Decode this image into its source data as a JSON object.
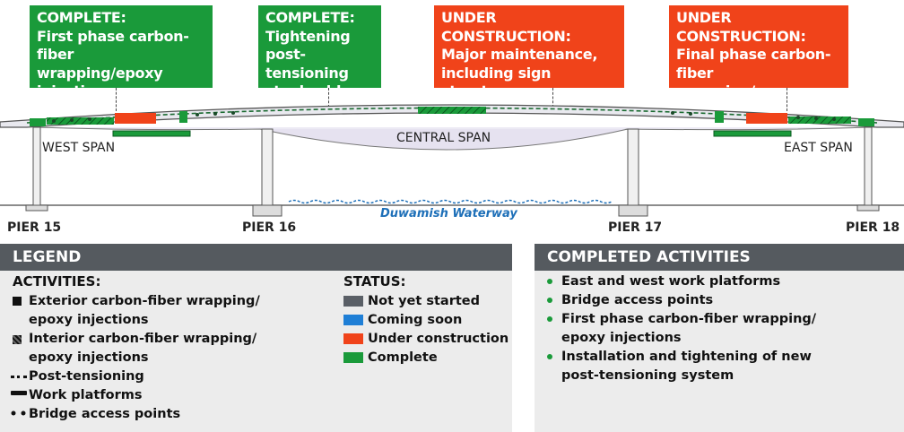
{
  "callouts": [
    {
      "status": "COMPLETE:",
      "desc": "First phase carbon-fiber\nwrapping/epoxy\ninjections",
      "color": "#1a9a3a"
    },
    {
      "status": "COMPLETE:",
      "desc": "Tightening\npost-tensioning\nsteel cables",
      "color": "#1a9a3a"
    },
    {
      "status": "UNDER CONSTRUCTION:",
      "desc": "Major maintenance,\nincluding sign structures\nand roadway resurfacing",
      "color": "#f0431a"
    },
    {
      "status": "UNDER CONSTRUCTION:",
      "desc": "Final phase carbon-fiber\nwrapping/epoxy\ninjections",
      "color": "#f0431a"
    }
  ],
  "spans": {
    "west": "WEST SPAN",
    "central": "CENTRAL SPAN",
    "east": "EAST SPAN"
  },
  "piers": [
    "PIER 15",
    "PIER 16",
    "PIER 17",
    "PIER 18"
  ],
  "waterway": "Duwamish Waterway",
  "legend": {
    "title": "LEGEND",
    "activities_heading": "ACTIVITIES:",
    "activities": [
      {
        "icon": "exterior-wrap-square-icon",
        "text": "Exterior carbon-fiber wrapping/\nepoxy injections"
      },
      {
        "icon": "interior-wrap-hatched-square-icon",
        "text": "Interior carbon-fiber wrapping/\nepoxy injections"
      },
      {
        "icon": "post-tensioning-line-icon",
        "text": "Post-tensioning"
      },
      {
        "icon": "work-platform-bar-icon",
        "text": "Work platforms"
      },
      {
        "icon": "access-points-dots-icon",
        "text": "Bridge access points"
      }
    ],
    "status_heading": "STATUS:",
    "statuses": [
      {
        "label": "Not yet started",
        "color": "#5a5f66"
      },
      {
        "label": "Coming soon",
        "color": "#1f7fd6"
      },
      {
        "label": "Under construction",
        "color": "#f0431a"
      },
      {
        "label": "Complete",
        "color": "#1a9a3a"
      }
    ]
  },
  "completed": {
    "title": "COMPLETED ACTIVITIES",
    "items": [
      "East and west work platforms",
      "Bridge access points",
      "First phase carbon-fiber wrapping/\nepoxy injections",
      "Installation and tightening of new\npost-tensioning system"
    ]
  }
}
